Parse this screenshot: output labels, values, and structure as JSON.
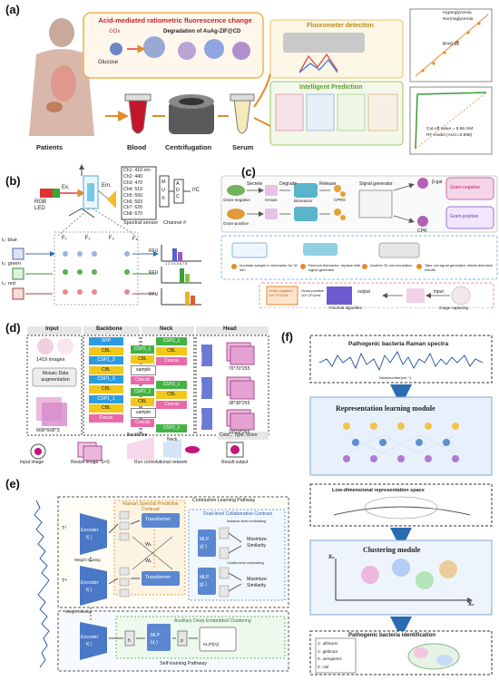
{
  "panel_a": {
    "label": "(a)",
    "banner": "Acid-mediated ratiometric fluorescence change",
    "gox": "GOx",
    "glucose": "Glucose",
    "degradation": "Degradation of AuAg-ZIF@CD",
    "fluoro": "Fluorometer detection",
    "intelligent": "Intelligent Prediction",
    "patients": "Patients",
    "blood": "Blood",
    "centrifugation": "Centrifugation",
    "serum": "Serum",
    "legend1": "Hyperglycemia",
    "legend2": "Normoglycemia",
    "r2": "R²=0.99",
    "cutoff": "Cut-off value = 5.56 mM",
    "rfmodel": "RF model (AUC=0.998)"
  },
  "panel_b": {
    "label": "(b)",
    "rgb": "RGB LED",
    "ex": "Ex.",
    "em": "Em.",
    "channels": [
      "Ch1: 410 nm",
      "Ch2: 440",
      "Ch3: 470",
      "Ch4: 510",
      "Ch5: 550",
      "Ch6: 583",
      "Ch7: 620",
      "Ch8: 670"
    ],
    "mux": [
      "M",
      "U",
      "X"
    ],
    "adc": [
      "A",
      "D",
      "C"
    ],
    "i2c": "I²C",
    "spectral": "Spectral sensor",
    "channel_no": "Channel #",
    "z": "z",
    "x": "x",
    "y": "y",
    "f_labels": [
      "F₁",
      "F₂",
      "F₃",
      "Fₙ"
    ],
    "t_labels": [
      "t₁: blue",
      "t₂: green",
      "t₃: red"
    ],
    "rfu": "RFU",
    "ticks": "1 2 3 4 5 6 7 8"
  },
  "panel_c": {
    "label": "(c)",
    "secrete": "Secrete",
    "degrade": "Degrade",
    "release": "Release",
    "gram_neg": "Gram-negative",
    "gram_pos": "Gram-positive",
    "hase": "HAase",
    "bioreactor": "Bioreactor",
    "cprg": "CPRG",
    "signal_gen": "Signal generator",
    "bgal": "β-gal",
    "cpr": "CPR",
    "steps": [
      "Incubate sample in bioreactor for 30 min",
      "Remove bioreactor, replace with signal generator",
      "Another 30 min incubation",
      "Take out signal generator, obtain detection results"
    ],
    "yolo": "YOLOv5 algorithm",
    "output": "output",
    "input": "input",
    "capture": "image capturing",
    "gram_neg_box": "Gram-negative 10⁴ CFU/mL",
    "gram_pos_box": "Gram-positive 10⁴ CFU/mL"
  },
  "panel_d": {
    "label": "(d)",
    "input": "Input",
    "backbone": "Backbone",
    "neck": "Neck",
    "head": "Head",
    "images": "1419 images",
    "mosaic": "Mosaic Data augmentation",
    "size_in": "608*608*3",
    "bb_blocks": [
      "SPP",
      "CBL",
      "CSP1_3",
      "CBL",
      "CSP1_3",
      "CBL",
      "CSP1_1",
      "CBL",
      "Focus"
    ],
    "sample": "sample",
    "concat": "Concat",
    "csp2": "CSP2_1",
    "cbl": "CBL",
    "conv": "CONV",
    "out1": "76*76*255",
    "out2": "38*38*255",
    "out3": "19*19*255",
    "flow": [
      "Input image",
      "Resize image: S×S",
      "Run convolutional network",
      "Result output"
    ],
    "bb_small": "Backbone",
    "neck_small": "Neck",
    "result_tag": "Conc., Type, score"
  },
  "panel_e": {
    "label": "(e)",
    "encoder": "Encoder",
    "fn": "f(·)",
    "weight_sharing": "Weight Sharing",
    "raman": "Raman Spectral Predictive Contrast",
    "transformer": "Transformer",
    "dual": "Dual-level Collaborative Contrast",
    "contrastive": "Contrastive Learning Pathway",
    "mlp_g": "MLP",
    "g_fn": "g(·)",
    "instance": "Instance-level contrasting",
    "cluster": "Cluster-level contrasting",
    "maximize": "Maximize Similarity",
    "auxiliary": "Auxiliary Deep Embedded Clustering",
    "self": "Self-training Pathway",
    "wk": "Wₖ",
    "h": "h",
    "h_fn": "h(·)",
    "p": "p",
    "kl": "KL(P||Q)",
    "t_labels": [
      "Tˢ",
      "Tʷ"
    ]
  },
  "panel_f": {
    "label": "(f)",
    "title": "Pathogenic bacteria Raman spectra",
    "xaxis": "Wavenumber(cm⁻¹)",
    "rep": "Representation learning module",
    "lowdim": "Low-dimensional representation space",
    "clustering": "Clustering module",
    "x1": "X₁",
    "x2": "X₂",
    "ident": "Pathogenic bacteria identification",
    "bacteria": [
      "C. albicans",
      "C. glabrata",
      "K. aerogenes",
      "E. coli"
    ]
  }
}
